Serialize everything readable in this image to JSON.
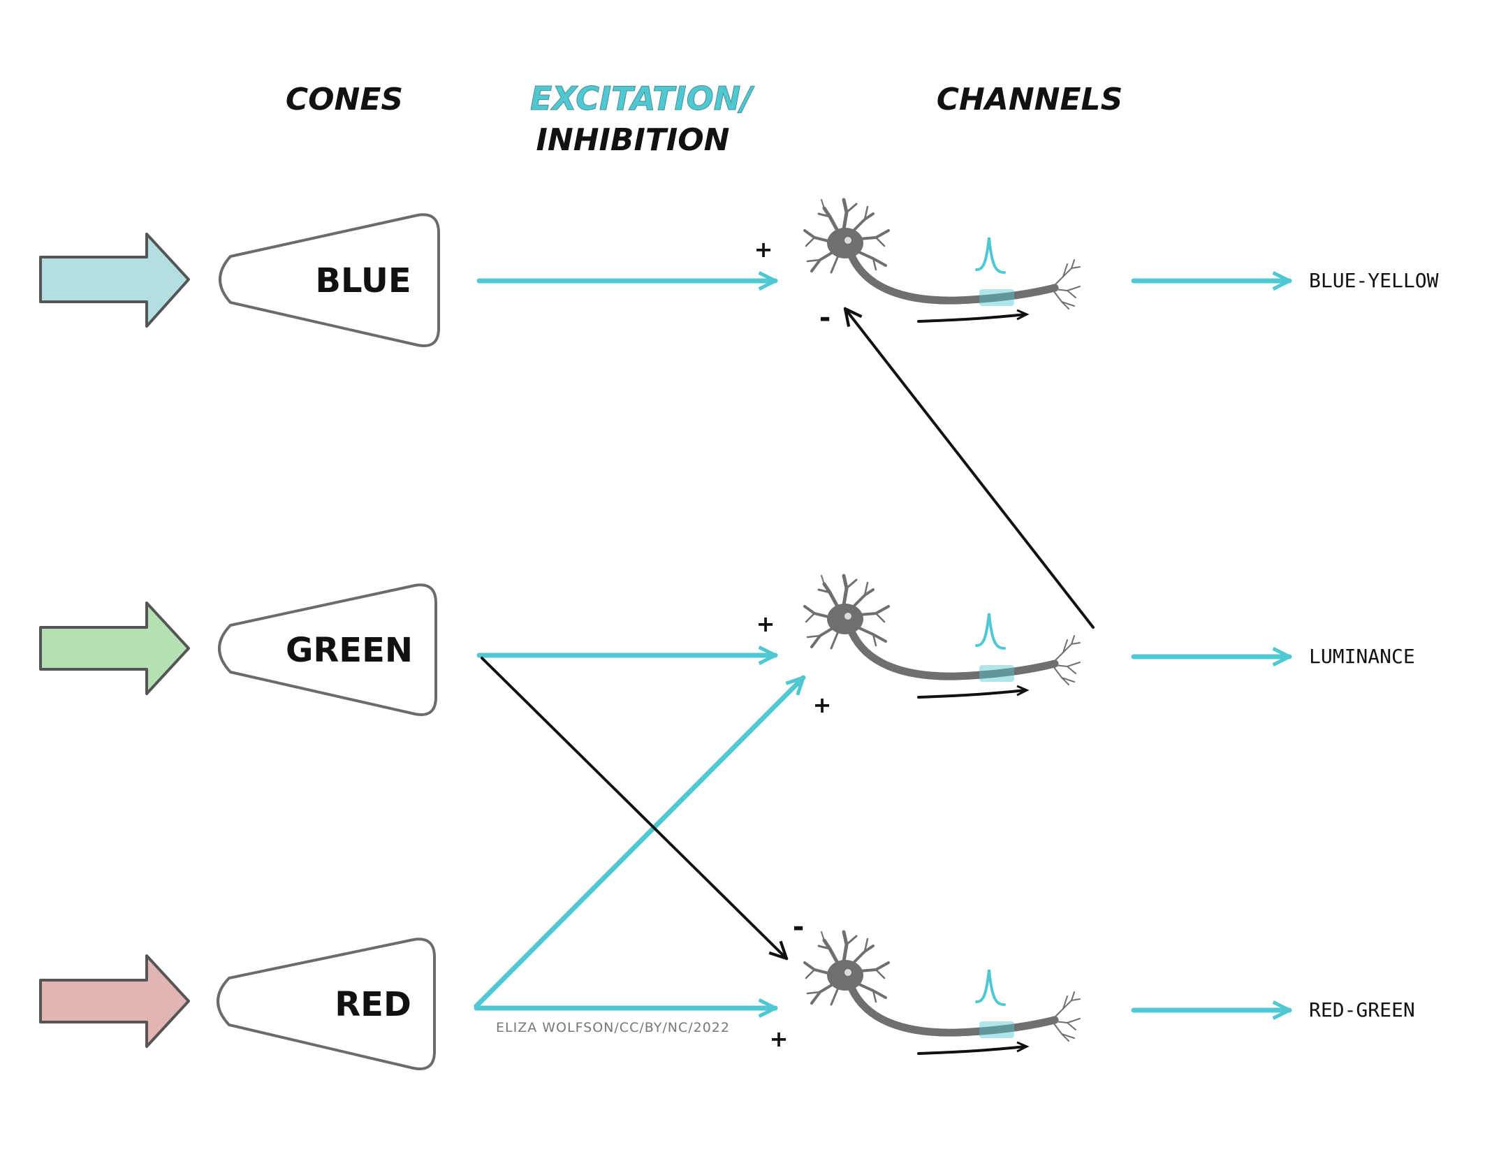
{
  "headers": {
    "cones": "CONES",
    "excitation": "EXCITATION/",
    "inhibition": "INHIBITION",
    "channels": "CHANNELS"
  },
  "cones": [
    {
      "label": "BLUE",
      "color": "#b3dfe1"
    },
    {
      "label": "GREEN",
      "color": "#b5e0b3"
    },
    {
      "label": "RED",
      "color": "#e1b5b3"
    }
  ],
  "channels": [
    {
      "label": "BLUE-YELLOW"
    },
    {
      "label": "LUMINANCE"
    },
    {
      "label": "RED-GREEN"
    }
  ],
  "signs": {
    "blue_plus": "+",
    "blue_minus": "-",
    "lum_plus_green": "+",
    "lum_plus_red": "+",
    "rg_minus": "-",
    "rg_plus": "+"
  },
  "credit": "ELIZA WOLFSON/CC/BY/NC/2022",
  "colors": {
    "excitation": "#4fc8d2",
    "inhibition": "#111111",
    "neuron": "#6f6f6f",
    "outline": "#555555"
  }
}
